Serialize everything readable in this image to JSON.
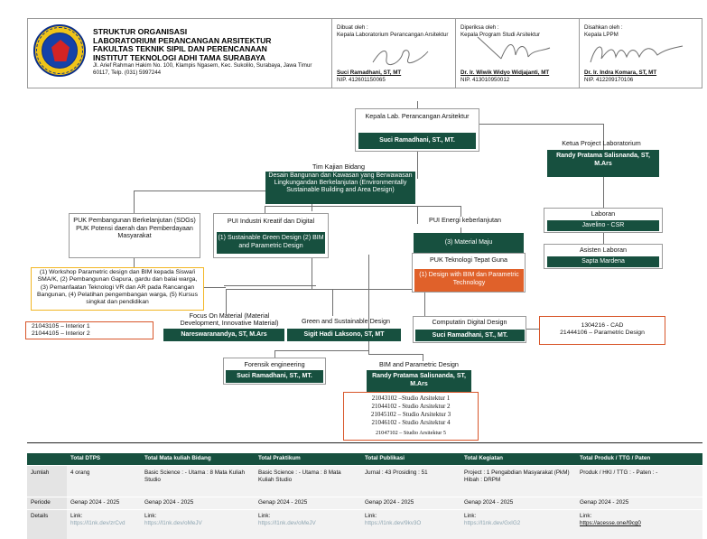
{
  "header": {
    "title_lines": [
      "STRUKTUR ORGANISASI",
      "LABORATORIUM PERANCANGAN ARSITEKTUR",
      "FAKULTAS TEKNIK SIPIL DAN PERENCANAAN",
      "INSTITUT TEKNOLOGI ADHI TAMA SURABAYA"
    ],
    "address": "Jl. Arief Rahman Hakim No. 100, Klampis Ngasem, Kec. Sukolilo, Surabaya, Jawa Timur 60117, Telp. (031) 5997244",
    "logo_text": "INSTITUT TEKNOLOGI ADHI TAMA SURABAYA",
    "signatures": [
      {
        "label": "Dibuat oleh :",
        "role": "Kepala Laboratorium Perancangan Arsitektur",
        "name": "Suci Ramadhani, ST, MT",
        "nip": "NIP. 412601150065"
      },
      {
        "label": "Diperiksa oleh :",
        "role": "Kepala Program Studi Arsitektur",
        "name": "Dr. Ir. Wiwik Widyo Widjajanti, MT",
        "nip": "NIP. 413010950012"
      },
      {
        "label": "Disahkan oleh :",
        "role": "Kepala LPPM",
        "name": "Dr. Ir. Indra Komara, ST, MT",
        "nip": "NIP. 412209170106"
      }
    ]
  },
  "org": {
    "head": {
      "title": "Kepala Lab. Perancangan Arsitektur",
      "name": "Suci Ramadhani, ST., MT."
    },
    "project_head": {
      "title": "Ketua Project Laboratorium",
      "name": "Randy Pratama Salisnanda, ST, M.Ars"
    },
    "team": {
      "title": "Tim Kajian Bidang",
      "body": "Desain Bangunan dan Kawasan yang Berwawasan Lingkungandan Berkelanjutan (Environmentally Sustainable Building and Area Design)"
    },
    "laboran": {
      "title": "Laboran",
      "name": "Javelino - CSR"
    },
    "asisten": {
      "title": "Asisten Laboran",
      "name": "Sapta Mardena"
    },
    "puk_sdg": {
      "text": "PUK Pembangunan Berkelanjutan (SDGs) PUK Potensi daerah dan Pemberdayaan Masyarakat"
    },
    "puk_sdg_list": "(1) Workshop Parametric design dan BIM kepada Siswa/i SMA/K, (2) Pembangunan Gapura, gardu dan balai warga, (3) Pemanfaatan Teknologi VR dan AR pada Rancangan Bangunan, (4) Pelatihan pengembangan warga, (5) Kursus singkat dan pendidikan",
    "pui_kreatif": {
      "title": "PUI Industri Kreatif dan Digital",
      "body": "(1) Sustainable Green Design (2) BIM and Parametric Design"
    },
    "pui_energi": {
      "title": "PUI Energi keberlanjutan",
      "body": "(3) Material Maju"
    },
    "puk_ttg": {
      "title": "PUK Teknologi Tepat Guna",
      "body": "(1) Design with BIM dan Parametric Technology"
    },
    "material": {
      "title": "Focus On Material (Material Development, Innovative Material)",
      "name": "Nareswaranandya, ST, M.Ars"
    },
    "material_courses": [
      "21043105 – Interior 1",
      "21044105 – Interior 2"
    ],
    "green": {
      "title": "Green and Sustainable Design",
      "name": "Sigit Hadi Laksono, ST, MT"
    },
    "computatin": {
      "title": "Computatin Digital Design",
      "name": "Suci Ramadhani, ST., MT."
    },
    "computatin_courses": [
      "1304216 - CAD",
      "21444106 – Parametric Design"
    ],
    "forensik": {
      "title": "Forensik engineering",
      "name": "Suci Ramadhani, ST., MT."
    },
    "bim": {
      "title": "BIM and Parametric Design",
      "name": "Randy Pratama Salisnanda, ST, M.Ars"
    },
    "bim_courses": [
      "21043102 –Studio Arsitektur 1",
      "21044102 - Studio Arsitektur 2",
      "21045102 – Studio Arsitektur 3",
      "21046102 - Studio Arsitektur 4",
      "21047102 – Studio Arsitektur 5"
    ]
  },
  "table": {
    "columns": [
      "",
      "Total DTPS",
      "Total Mata kuliah Bidang",
      "Total Praktikum",
      "Total Publikasi",
      "Total Kegiatan",
      "Total Produk / TTG / Paten"
    ],
    "rows": [
      {
        "label": "Jumlah",
        "cells": [
          "4 orang",
          "Basic Science : - Utama : 8 Mata Kuliah Studio",
          "Basic Science : - Utama : 8 Mata Kuliah Studio",
          "Jurnal : 43 Prosiding : 51",
          "Project : 1 Pengabdian Masyarakat (PkM) Hibah : DRPM",
          "Produk / HKI / TTG : - Paten : -"
        ]
      },
      {
        "label": "Periode",
        "cells": [
          "Genap 2024 - 2025",
          "Genap 2024 - 2025",
          "Genap 2024 - 2025",
          "Genap 2024 - 2025",
          "Genap 2024 - 2025",
          "Genap 2024 - 2025"
        ]
      },
      {
        "label": "Details",
        "link_label": "Link:",
        "links": [
          "https://l1nk.dev/zrCvd",
          "https://l1nk.dev/oMeJV",
          "https://l1nk.dev/oMeJV",
          "https://l1nk.dev/9kv3O",
          "https://l1nk.dev/GxIG2",
          "https://acesse.one/l9cg0"
        ]
      }
    ]
  },
  "colors": {
    "green": "#17503f",
    "orange": "#e0612a",
    "red_border": "#d8562a",
    "yellow_border": "#f2b624"
  }
}
